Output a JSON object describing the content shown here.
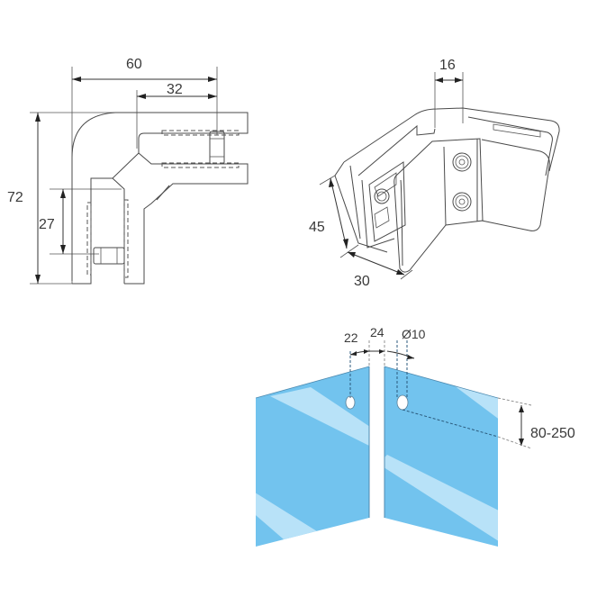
{
  "side_view": {
    "dim_overall_width": "60",
    "dim_clamp_width": "32",
    "dim_overall_height": "72",
    "dim_bolt_height": "27"
  },
  "iso_view": {
    "dim_top_width": "16",
    "dim_height": "45",
    "dim_depth": "30"
  },
  "glass_view": {
    "dim_hole_edge_left": "22",
    "dim_gap": "24",
    "dim_hole_diameter": "Ø10",
    "dim_hole_from_top": "80-250"
  },
  "colors": {
    "glass": "#72c3ee",
    "glass_highlight": "#b8e2f8",
    "line": "#4a4a4a"
  }
}
